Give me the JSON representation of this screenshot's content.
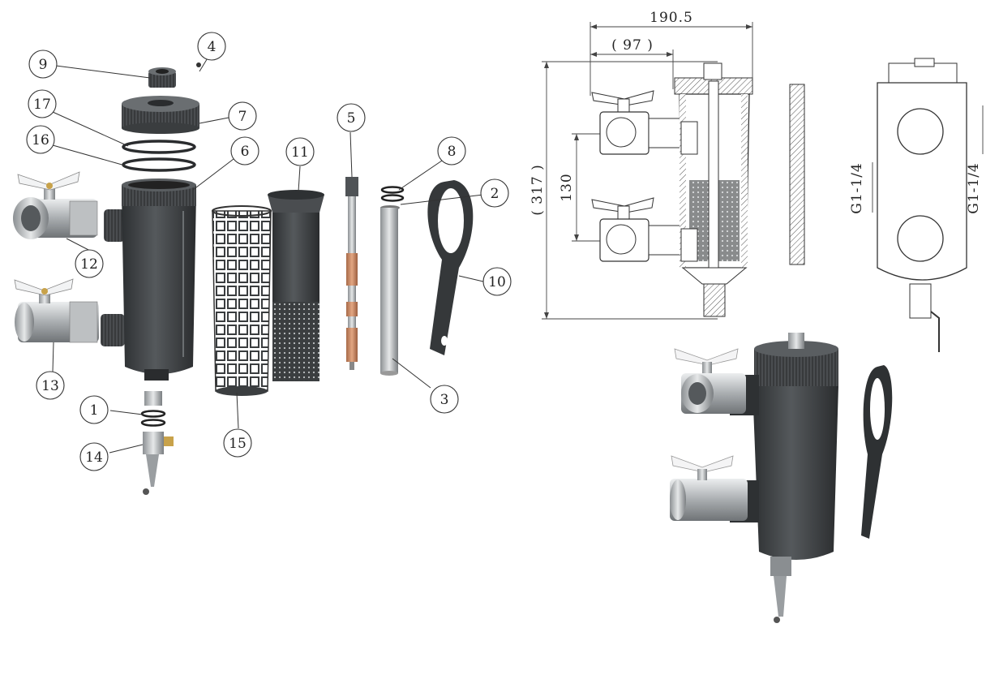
{
  "callouts": {
    "c1": "1",
    "c2": "2",
    "c3": "3",
    "c4": "4",
    "c5": "5",
    "c6": "6",
    "c7": "7",
    "c8": "8",
    "c9": "9",
    "c10": "10",
    "c11": "11",
    "c12": "12",
    "c13": "13",
    "c14": "14",
    "c15": "15",
    "c16": "16",
    "c17": "17"
  },
  "dimensions": {
    "overall_width": "190.5",
    "half_width": "( 97 )",
    "overall_height": "( 317 )",
    "port_spacing": "130",
    "thread_left": "G1-1/4",
    "thread_right": "G1-1/4"
  },
  "colors": {
    "body_dark": "#3b3e40",
    "metal_light": "#c9cbcd",
    "copper": "#c98a63",
    "line": "#333333"
  }
}
